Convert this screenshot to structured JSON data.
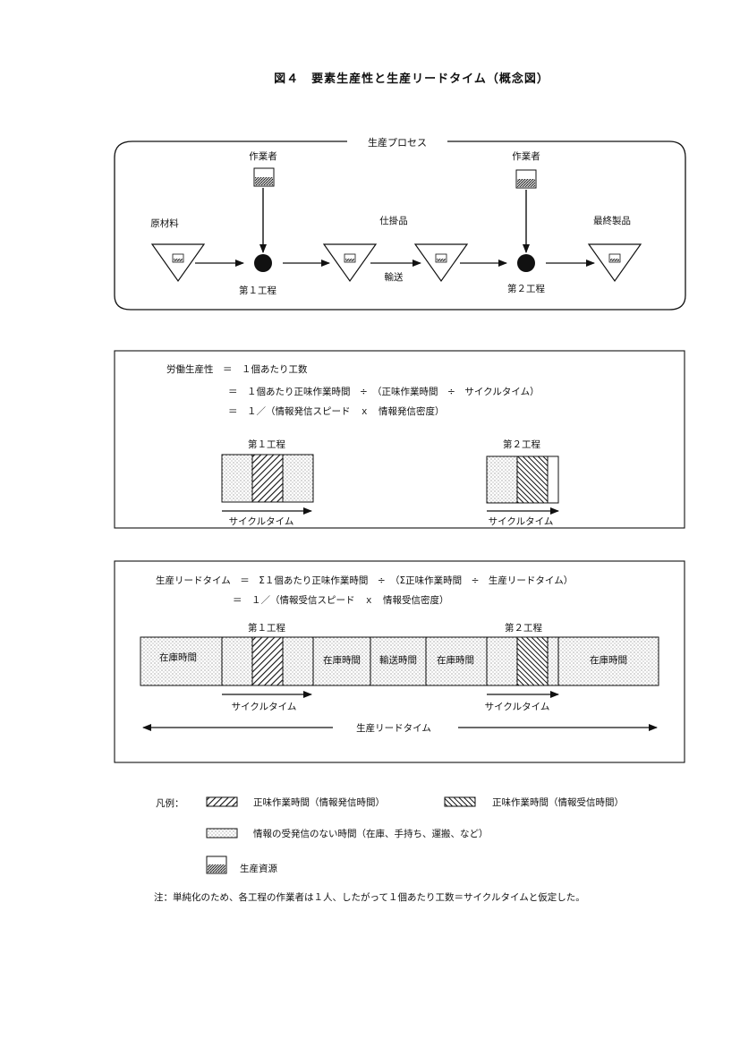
{
  "title": "図４　要素生産性と生産リードタイム（概念図）",
  "process": {
    "label": "生産プロセス",
    "worker": "作業者",
    "raw_material": "原材料",
    "wip": "仕掛品",
    "finished": "最終製品",
    "step1": "第１工程",
    "step2": "第２工程",
    "transport": "輸送"
  },
  "productivity": {
    "line1": "労働生産性　＝　１個あたり工数",
    "line2": "＝　１個あたり正味作業時間　÷　（正味作業時間　÷　サイクルタイム）",
    "line3": "＝　１／（情報発信スピード　ｘ　情報発信密度）",
    "step1": "第１工程",
    "step2": "第２工程",
    "cycle": "サイクルタイム"
  },
  "leadtime": {
    "line1": "生産リードタイム　＝　Σ１個あたり正味作業時間　÷　（Σ正味作業時間　÷　生産リードタイム）",
    "line2": "＝　１／（情報受信スピード　ｘ　情報受信密度）",
    "step1": "第１工程",
    "step2": "第２工程",
    "inventory": "在庫時間",
    "transport": "輸送時間",
    "cycle": "サイクルタイム",
    "total": "生産リードタイム"
  },
  "legend": {
    "prefix": "凡例：",
    "net_send": "正味作業時間（情報発信時間）",
    "net_recv": "正味作業時間（情報受信時間）",
    "idle": "情報の受発信のない時間（在庫、手持ち、運搬、など）",
    "resource": "生産資源"
  },
  "note": "注：単純化のため、各工程の作業者は１人、したがって１個あたり工数＝サイクルタイムと仮定した。"
}
